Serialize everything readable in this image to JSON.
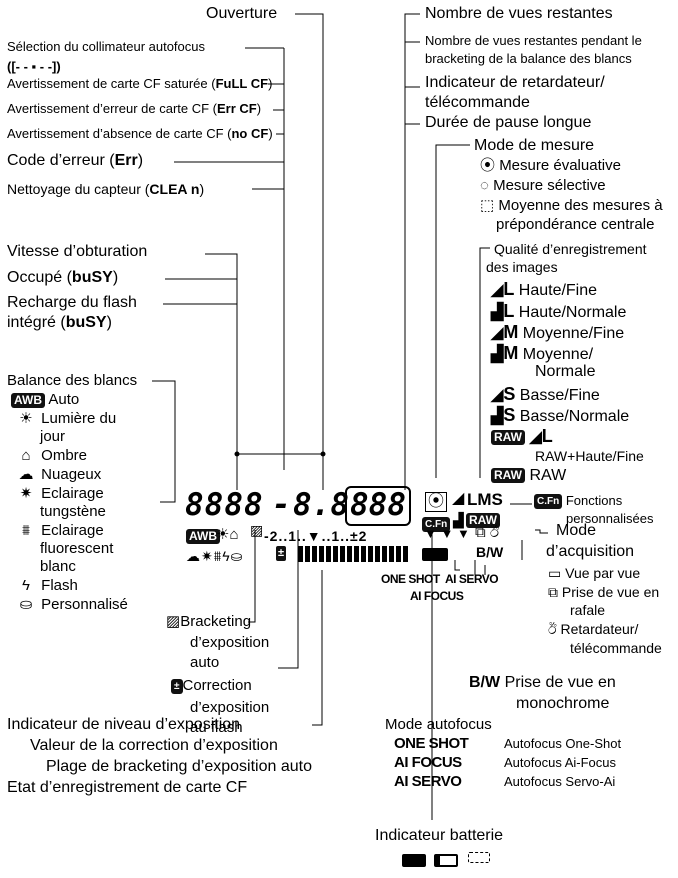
{
  "top": {
    "ouverture": "Ouverture",
    "selection_line1": "Sélection du collimateur autofocus",
    "selection_line2": "([- - ▪ - -])",
    "avert_saturee_pre": "Avertissement de carte CF saturée (",
    "avert_saturee_code": "FuLL CF",
    "avert_erreur_pre": "Avertissement d’erreur de carte CF (",
    "avert_erreur_code": "Err CF",
    "avert_absence_pre": "Avertissement d’absence de carte CF (",
    "avert_absence_code": "no CF",
    "code_erreur_pre": "Code d’erreur (",
    "code_erreur_code": "Err",
    "nettoyage_pre": "Nettoyage du capteur (",
    "nettoyage_code": "CLEA n",
    "close": ")"
  },
  "right_top": {
    "nb_vues": "Nombre de vues restantes",
    "nb_vues_bracket_1": "Nombre de vues restantes pendant le",
    "nb_vues_bracket_2": "bracketing de la balance des blancs",
    "retardateur_1": "Indicateur de retardateur/",
    "retardateur_2": "télécommande",
    "pause_longue": "Durée de pause longue"
  },
  "mesure": {
    "title": "Mode de mesure",
    "items": [
      "Mesure évaluative",
      "Mesure sélective",
      "Moyenne des mesures à",
      "prépondérance centrale"
    ]
  },
  "qualite": {
    "title_1": "Qualité d’enregistrement",
    "title_2": "des images",
    "items": [
      {
        "size": "L",
        "label": "Haute/Fine"
      },
      {
        "size": "L",
        "label": "Haute/Normale"
      },
      {
        "size": "M",
        "label": "Moyenne/Fine"
      },
      {
        "size": "M",
        "label": "Moyenne/"
      },
      {
        "size": "",
        "label": "Normale"
      },
      {
        "size": "S",
        "label": "Basse/Fine"
      },
      {
        "size": "S",
        "label": "Basse/Normale"
      }
    ],
    "raw_badge": "RAW",
    "raw_l": "L",
    "raw_haute_fine": "RAW+Haute/Fine",
    "raw_raw": "RAW"
  },
  "left_mid": {
    "vitesse": "Vitesse d’obturation",
    "occupe_pre": "Occupé (",
    "occupe_code": "buSY",
    "recharge_1": "Recharge du flash",
    "recharge_2_pre": "intégré (",
    "recharge_2_code": "buSY"
  },
  "wb": {
    "title": "Balance des blancs",
    "awb": "AWB",
    "auto": "Auto",
    "items": [
      "Lumière du",
      "jour",
      "Ombre",
      "Nuageux",
      "Eclairage",
      "tungstène",
      "Eclairage",
      "fluorescent",
      "blanc",
      "Flash",
      "Personnalisé"
    ]
  },
  "lcd": {
    "seg1": "8888",
    "dash": "-",
    "seg2": "8.8",
    "seg3": "888",
    "lms": "LMS",
    "raw": "RAW",
    "awb": "AWB",
    "scale": "-2..1..▼..1..±2",
    "bw": "B/W",
    "cfn": "C.Fn",
    "oneshot": "ONE SHOT",
    "aiservo": "AI SERVO",
    "aifocus": "AI FOCUS"
  },
  "cfn": {
    "badge": "C.Fn",
    "label_1": "Fonctions",
    "label_2": "personnalisées"
  },
  "acquisition": {
    "title_1": "Mode",
    "title_2": "d’acquisition",
    "vue_par_vue": "Vue par vue",
    "rafale_1": "Prise de vue en",
    "rafale_2": "rafale",
    "retard_1": "Retardateur/",
    "retard_2": "télécommande"
  },
  "bracketing": {
    "l1": "Bracketing",
    "l2": "d’exposition",
    "l3": "auto"
  },
  "correction": {
    "l1": "Correction",
    "l2": "d’exposition",
    "l3": "au flash"
  },
  "bw": {
    "code": "B/W",
    "l1": "Prise de vue en",
    "l2": "monochrome"
  },
  "autofocus": {
    "title": "Mode autofocus",
    "rows": [
      {
        "code": "ONE SHOT",
        "label": "Autofocus One-Shot"
      },
      {
        "code": "AI FOCUS",
        "label": "Autofocus Ai-Focus"
      },
      {
        "code": "AI SERVO",
        "label": "Autofocus Servo-Ai"
      }
    ]
  },
  "bottom": {
    "niveau": "Indicateur de niveau d’exposition",
    "valeur": "Valeur de la correction d’exposition",
    "plage": "Plage de bracketing d’exposition auto",
    "etat": "Etat d’enregistrement de carte CF",
    "batterie": "Indicateur batterie"
  }
}
